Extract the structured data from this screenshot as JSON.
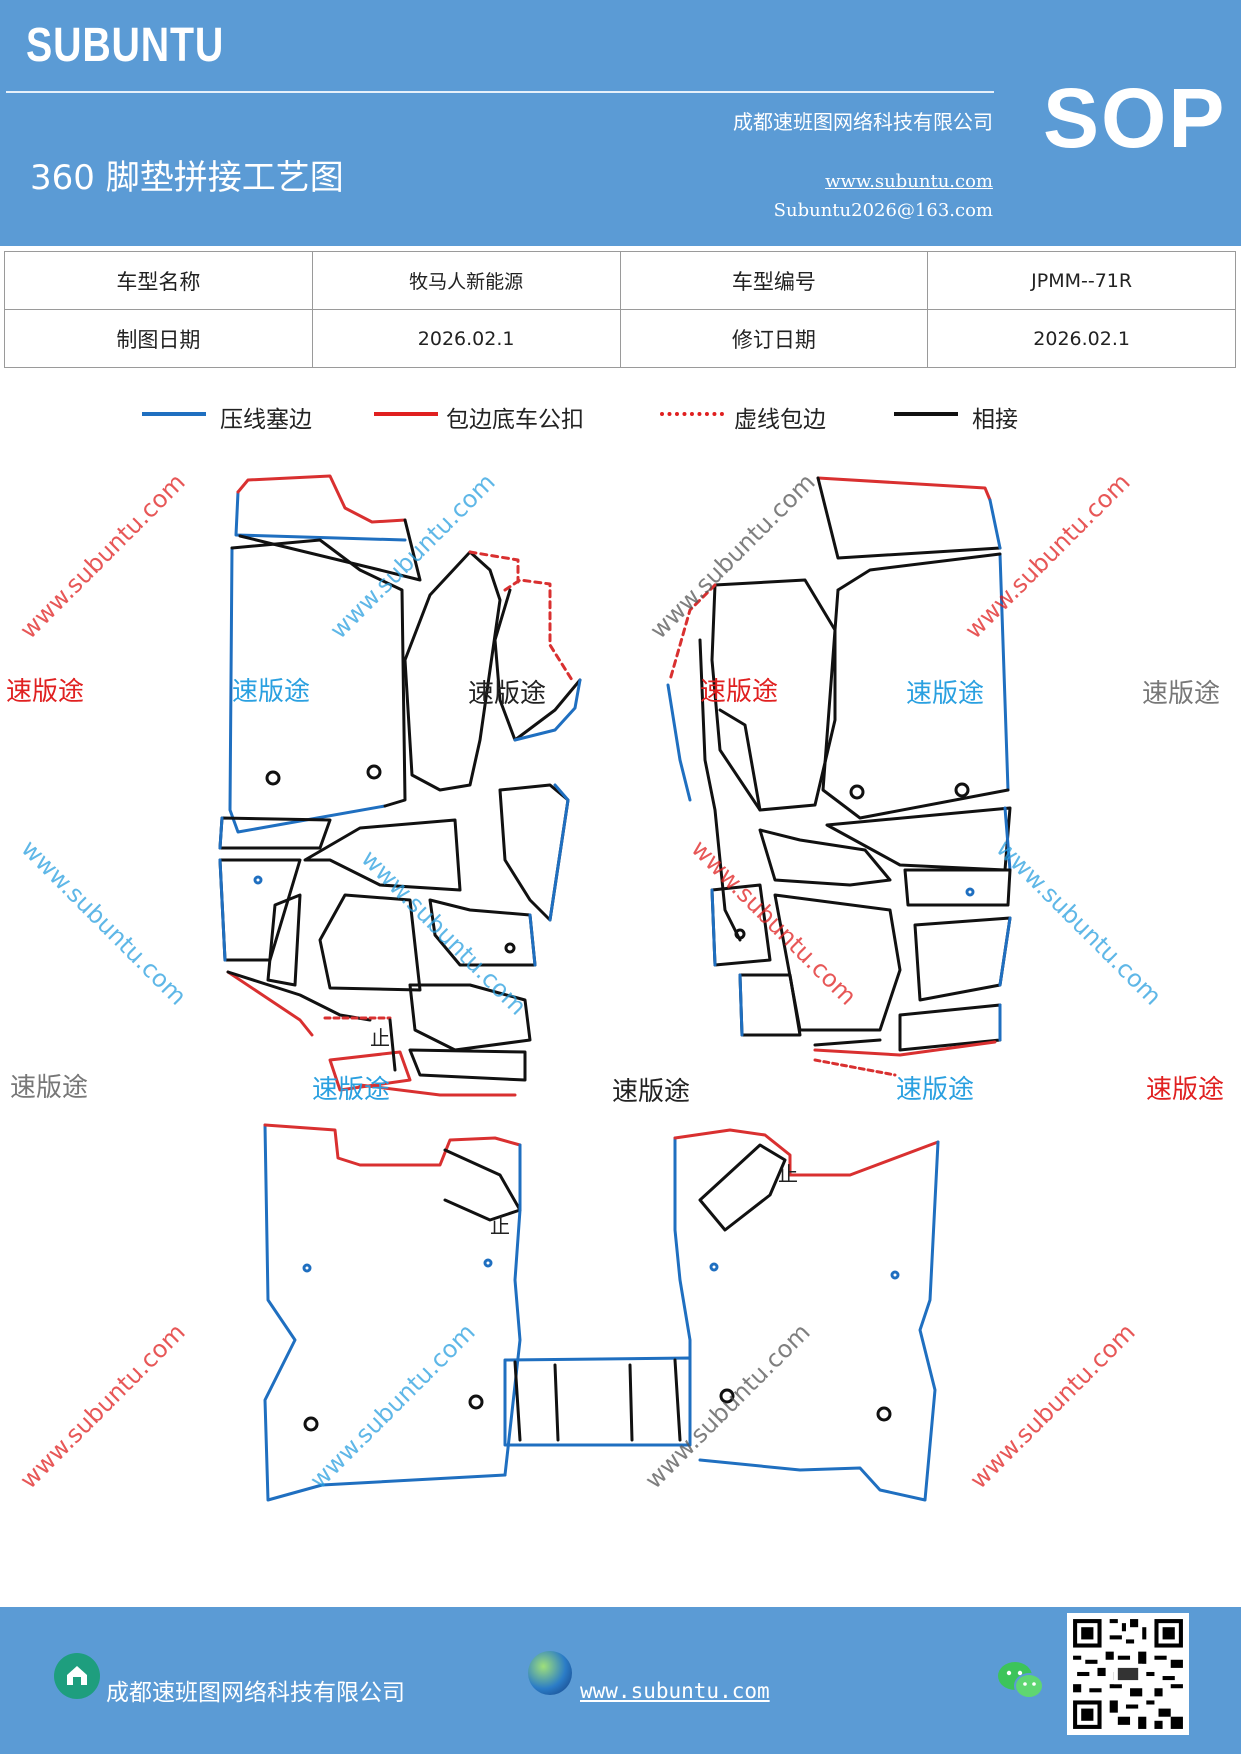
{
  "header": {
    "brand": "SUBUNTU",
    "title": "360 脚垫拼接工艺图",
    "company": "成都速班图网络科技有限公司",
    "website": "www.subuntu.com",
    "email": "Subuntu2026@163.com",
    "badge": "SOP",
    "bg_color": "#5b9bd5"
  },
  "info": {
    "model_name_label": "车型名称",
    "model_name": "牧马人新能源",
    "model_code_label": "车型编号",
    "model_code": "JPMM--71R",
    "draw_date_label": "制图日期",
    "draw_date": "2026.02.1",
    "revise_date_label": "修订日期",
    "revise_date": "2026.02.1"
  },
  "legend": [
    {
      "label": "压线塞边",
      "color": "#1f6fc0",
      "style": "solid"
    },
    {
      "label": "包边底车公扣",
      "color": "#e02020",
      "style": "solid"
    },
    {
      "label": "虚线包边",
      "color": "#e02020",
      "style": "dotted"
    },
    {
      "label": "相接",
      "color": "#111111",
      "style": "solid"
    }
  ],
  "watermark": {
    "brand_cn": "速版途",
    "url": "www.subuntu.com",
    "colors": [
      "#e02020",
      "#2aa0e0",
      "#777777"
    ]
  },
  "diagram": {
    "stop_mark": "止",
    "edge_colors": {
      "pressed": "#1f6fc0",
      "wrapped": "#d93030",
      "joint": "#111111"
    }
  },
  "footer": {
    "company": "成都速班图网络科技有限公司",
    "website": "www.subuntu.com",
    "home_icon": "home-icon",
    "globe_icon": "globe-icon",
    "wechat_icon": "wechat-icon"
  }
}
